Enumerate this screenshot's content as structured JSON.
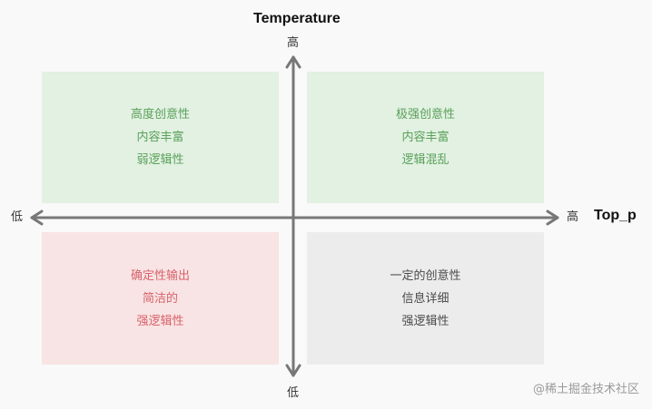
{
  "axes": {
    "vertical": {
      "title": "Temperature",
      "high_label": "高",
      "low_label": "低"
    },
    "horizontal": {
      "title": "Top_p",
      "high_label": "高",
      "low_label": "低"
    }
  },
  "quadrants": {
    "top_left": {
      "lines": [
        "高度创意性",
        "内容丰富",
        "弱逻辑性"
      ],
      "color": "#5aa05a",
      "background": "#e2f1e2"
    },
    "top_right": {
      "lines": [
        "极强创意性",
        "内容丰富",
        "逻辑混乱"
      ],
      "color": "#5aa05a",
      "background": "#e2f1e2"
    },
    "bottom_left": {
      "lines": [
        "确定性输出",
        "简洁的",
        "强逻辑性"
      ],
      "color": "#d9626a",
      "background": "#f8e4e4"
    },
    "bottom_right": {
      "lines": [
        "一定的创意性",
        "信息详细",
        "强逻辑性"
      ],
      "color": "#4a4a4a",
      "background": "#ececec"
    }
  },
  "watermark": "@稀土掘金技术社区",
  "colors": {
    "axis": "#777777",
    "page_background": "#f9f9f9"
  }
}
